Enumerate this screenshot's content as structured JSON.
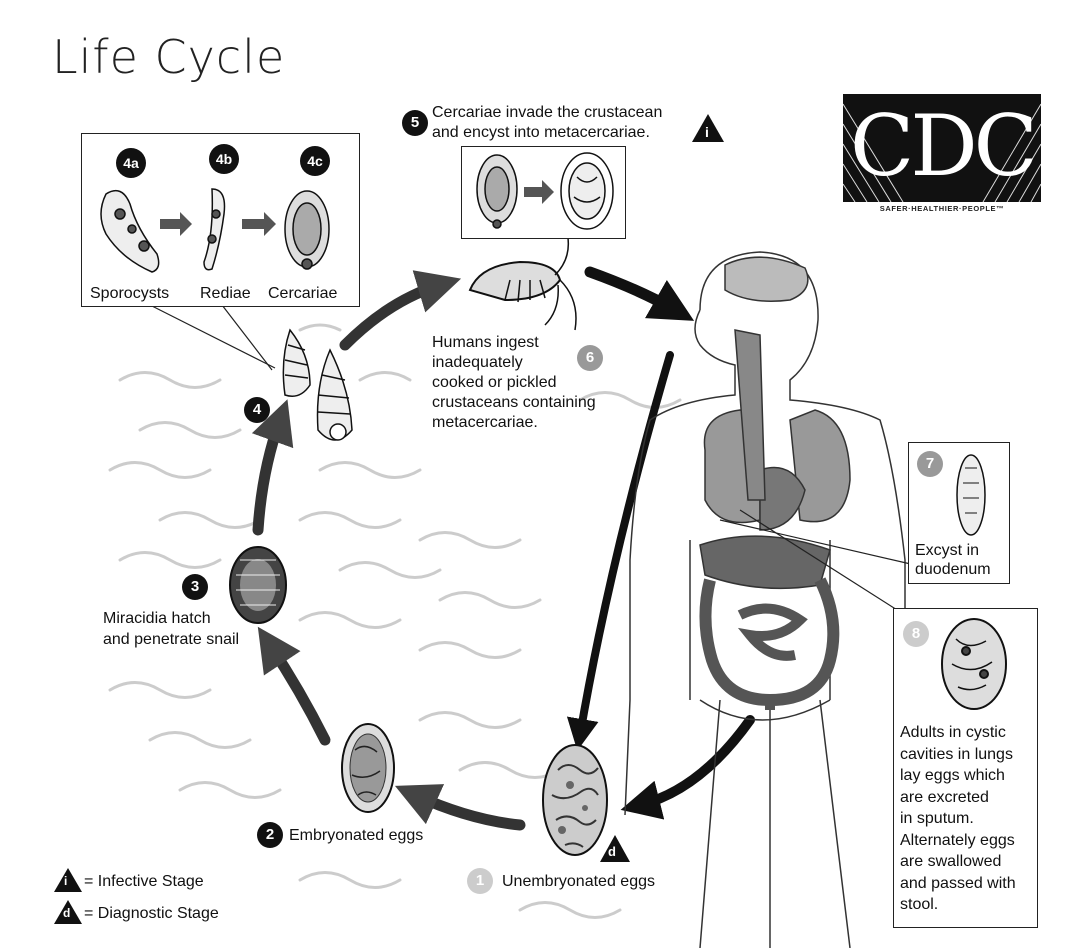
{
  "title": "Life Cycle",
  "logo": {
    "text": "CDC",
    "tagline": "SAFER·HEALTHIER·PEOPLE™"
  },
  "stages": {
    "s1": {
      "badge": "1",
      "label": "Unembryonated eggs"
    },
    "s2": {
      "badge": "2",
      "label": "Embryonated eggs"
    },
    "s3": {
      "badge": "3",
      "label_line1": "Miracidia hatch",
      "label_line2": "and penetrate snail"
    },
    "s4": {
      "badge": "4"
    },
    "s4a": {
      "badge": "4a",
      "label": "Sporocysts"
    },
    "s4b": {
      "badge": "4b",
      "label": "Rediae"
    },
    "s4c": {
      "badge": "4c",
      "label": "Cercariae"
    },
    "s5": {
      "badge": "5",
      "label_line1": "Cercariae invade the crustacean",
      "label_line2": "and encyst into metacercariae."
    },
    "s6": {
      "badge": "6",
      "label_lines": [
        "Humans ingest",
        "inadequately",
        "cooked or pickled",
        "crustaceans containing",
        "metacercariae."
      ]
    },
    "s7": {
      "badge": "7",
      "label_lines": [
        "Excyst in",
        "duodenum"
      ]
    },
    "s8": {
      "badge": "8",
      "label_lines": [
        "Adults in cystic",
        "cavities in lungs",
        "lay eggs which",
        "are excreted",
        "in sputum.",
        "Alternately eggs",
        "are swallowed",
        "and passed with",
        "stool."
      ]
    }
  },
  "legend": {
    "infective_glyph": "i",
    "infective_label": "= Infective Stage",
    "diagnostic_glyph": "d",
    "diagnostic_label": "= Diagnostic Stage"
  }
}
